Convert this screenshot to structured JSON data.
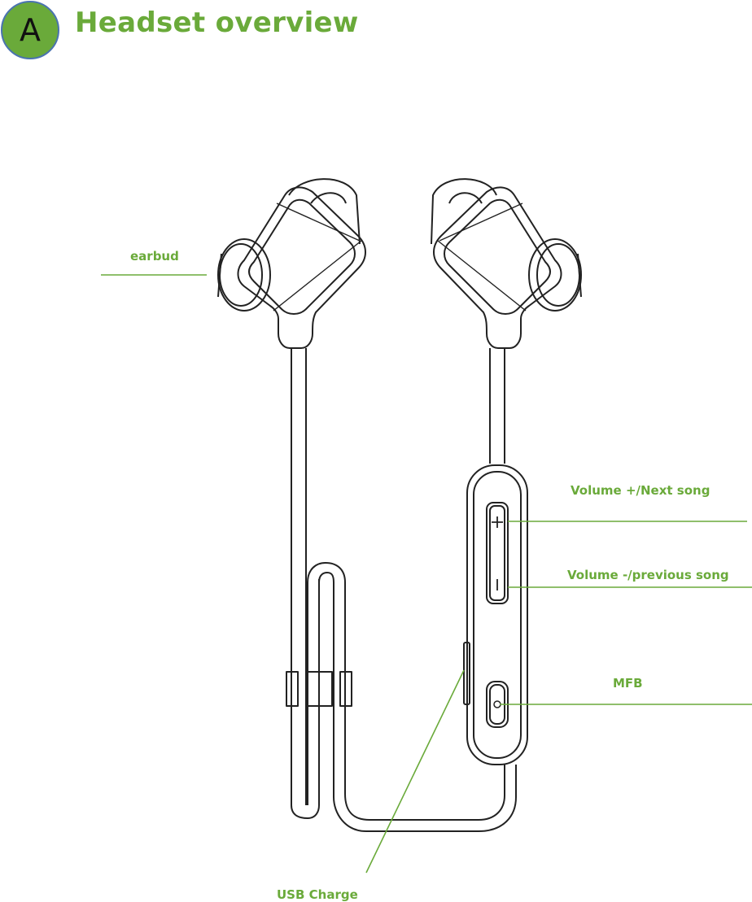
{
  "header": {
    "badge_letter": "A",
    "title": "Headset overview"
  },
  "labels": {
    "earbud": "earbud",
    "volume_up": "Volume +/Next song",
    "volume_down": "Volume -/previous song",
    "mfb": "MFB",
    "usb_charge": "USB Charge"
  },
  "colors": {
    "accent": "#6aaa3a",
    "badge_fill": "#6aaa3a",
    "badge_ring": "#4a73b0",
    "line_art": "#222222"
  }
}
